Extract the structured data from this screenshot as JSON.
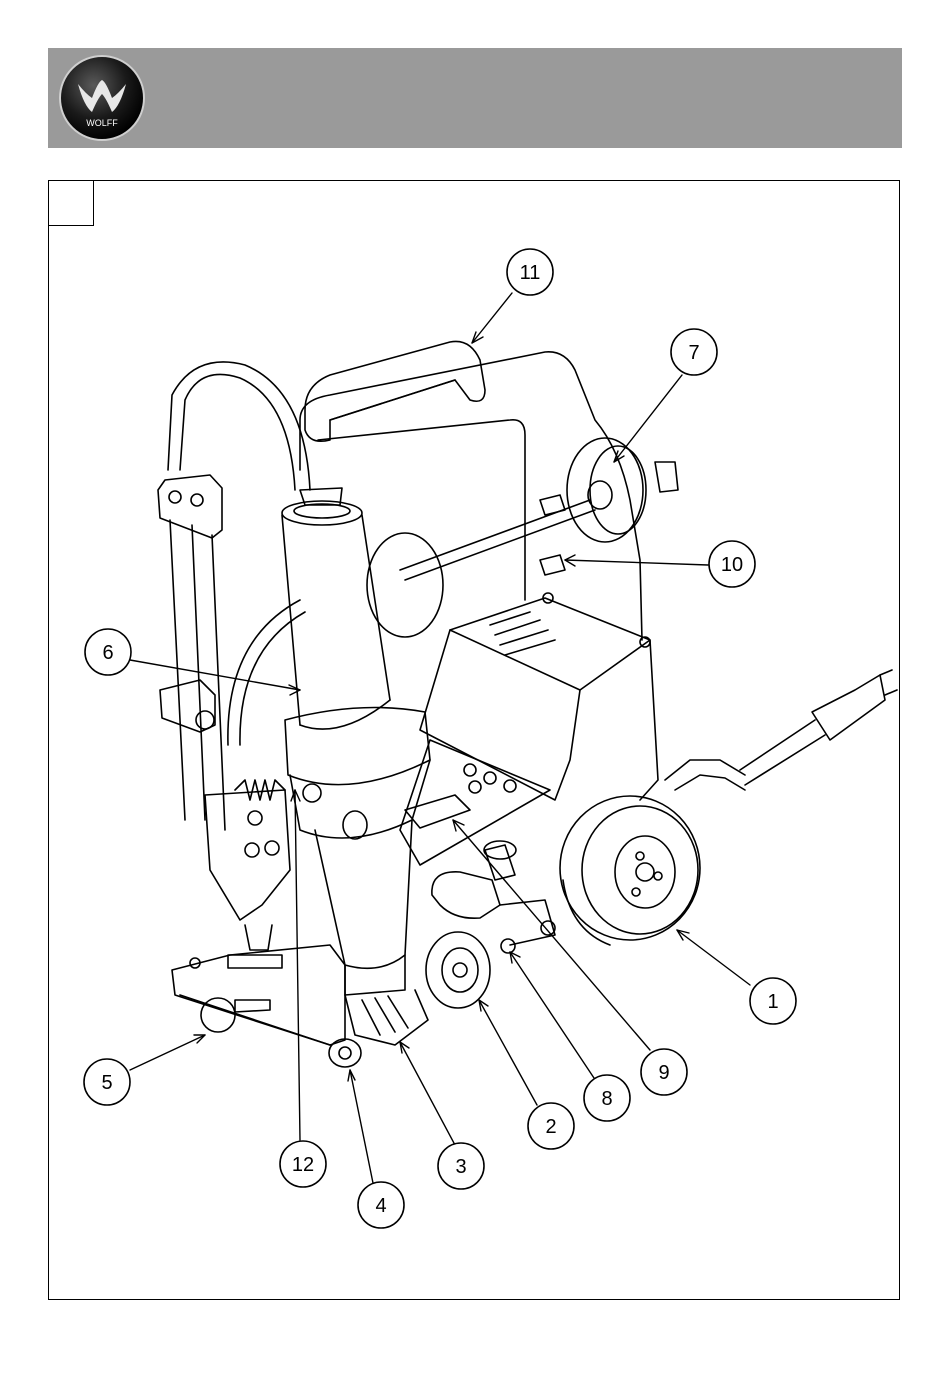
{
  "header": {
    "logo_text": "WOLFF",
    "logo_icon": "wolff-logo-icon"
  },
  "figure": {
    "panel_label": "",
    "callouts": [
      "1",
      "2",
      "3",
      "4",
      "5",
      "6",
      "7",
      "8",
      "9",
      "10",
      "11",
      "12"
    ]
  },
  "colors": {
    "header_bg": "#9a9a9a",
    "line": "#000000",
    "background": "#ffffff"
  }
}
